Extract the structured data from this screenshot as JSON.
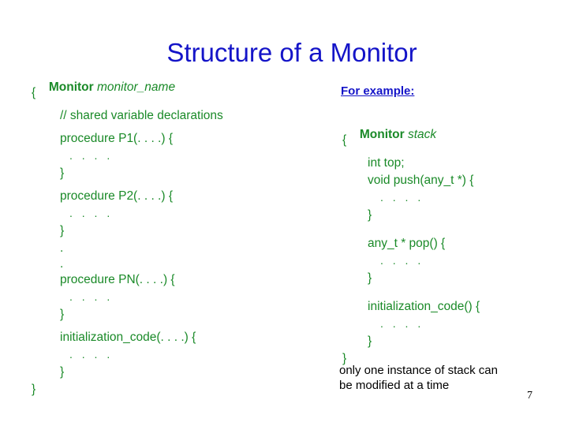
{
  "slide": {
    "title": "Structure of a Monitor",
    "page_number": "7",
    "title_color": "#1414c8",
    "code_color": "#1a8a28",
    "caption_color": "#000000",
    "background": "#ffffff"
  },
  "left_code": {
    "header_keyword": "Monitor",
    "header_name": "monitor_name",
    "lines": [
      {
        "text": "{",
        "indent": 0
      },
      {
        "text": "// shared variable declarations",
        "indent": 1
      },
      {
        "text": "procedure P1(. . . .) {",
        "indent": 1
      },
      {
        "text": ". . . .",
        "indent": 2
      },
      {
        "text": "}",
        "indent": 1
      },
      {
        "text": "procedure P2(. . . .) {",
        "indent": 1
      },
      {
        "text": ". . . .",
        "indent": 2
      },
      {
        "text": "}",
        "indent": 1
      },
      {
        "text": ".",
        "indent": 1
      },
      {
        "text": ".",
        "indent": 1
      },
      {
        "text": "procedure PN(. . . .) {",
        "indent": 1
      },
      {
        "text": ". . . .",
        "indent": 2
      },
      {
        "text": "}",
        "indent": 1
      },
      {
        "text": "initialization_code(. . . .) {",
        "indent": 1
      },
      {
        "text": ". . . .",
        "indent": 2
      },
      {
        "text": "}",
        "indent": 1
      },
      {
        "text": "}",
        "indent": 0
      }
    ]
  },
  "right_section": {
    "heading": "For example:",
    "header_keyword": "Monitor",
    "header_name": "stack",
    "lines": [
      {
        "text": "{",
        "indent": 0
      },
      {
        "text": "int top;",
        "indent": 1
      },
      {
        "text": "void push(any_t *) {",
        "indent": 1
      },
      {
        "text": ". . . .",
        "indent": 2
      },
      {
        "text": "}",
        "indent": 1
      },
      {
        "text": "any_t * pop() {",
        "indent": 1
      },
      {
        "text": ". . . .",
        "indent": 2
      },
      {
        "text": "}",
        "indent": 1
      },
      {
        "text": "initialization_code() {",
        "indent": 1
      },
      {
        "text": ". . . .",
        "indent": 2
      },
      {
        "text": "}",
        "indent": 1
      },
      {
        "text": "}",
        "indent": 0
      }
    ],
    "caption_line1": "only one instance of stack can",
    "caption_line2": "be modified at a time"
  }
}
